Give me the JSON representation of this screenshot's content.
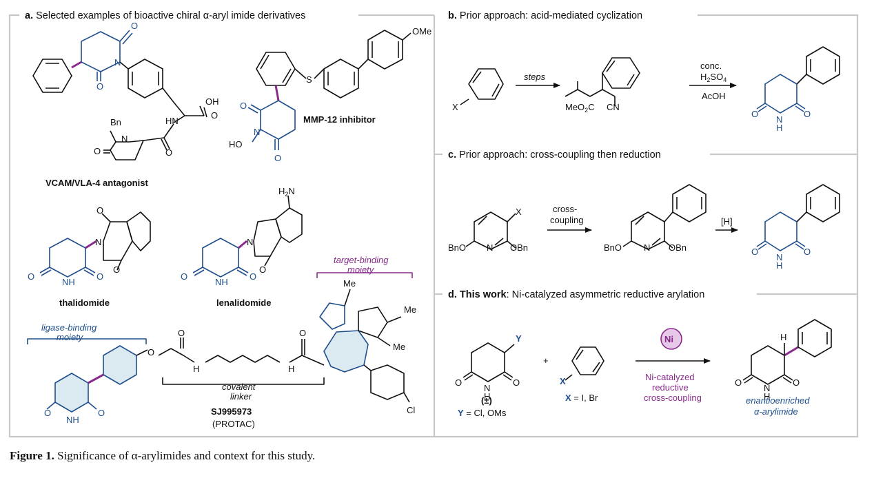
{
  "panels": {
    "a": {
      "letter": "a.",
      "title": "Selected examples of bioactive chiral α-aryl imide derivatives"
    },
    "b": {
      "letter": "b.",
      "title": "Prior approach: acid-mediated cyclization"
    },
    "c": {
      "letter": "c.",
      "title": "Prior approach: cross-coupling then reduction"
    },
    "d": {
      "letter": "d.",
      "title_bold": "This work",
      "title_rest": ": Ni-catalyzed asymmetric reductive arylation"
    }
  },
  "panel_a": {
    "vcam_label": "VCAM/VLA-4 antagonist",
    "mmp_label": "MMP-12 inhibitor",
    "thalidomide_label": "thalidomide",
    "lenalidomide_label": "lenalidomide",
    "target_binding_1": "target-binding",
    "target_binding_2": "moiety",
    "ligase_binding_1": "ligase-binding",
    "ligase_binding_2": "moiety",
    "linker_1": "covalent",
    "linker_2": "linker",
    "protac_name": "SJ995973",
    "protac_sub": "(PROTAC)",
    "atoms": {
      "O": "O",
      "N": "N",
      "NH": "NH",
      "H": "H",
      "HN": "HN",
      "OH": "OH",
      "Bn": "Bn",
      "HO": "HO",
      "S": "S",
      "OMe": "OMe",
      "H2N_main": "H",
      "H2N_sub": "2",
      "H2N_end": "N",
      "Me": "Me",
      "Cl": "Cl"
    }
  },
  "panel_b": {
    "x": "X",
    "steps": "steps",
    "meo2c_main": "MeO",
    "meo2c_sub": "2",
    "meo2c_end": "C",
    "cn": "CN",
    "cond1": "conc.",
    "cond2_main": "H",
    "cond2_sub1": "2",
    "cond2_mid": "SO",
    "cond2_sub2": "4",
    "cond3": "AcOH"
  },
  "panel_c": {
    "x": "X",
    "bno": "BnO",
    "obn": "OBn",
    "n": "N",
    "reagent1": "cross-",
    "reagent2": "coupling",
    "reduction": "[H]"
  },
  "panel_d": {
    "y": "Y",
    "plus": "+",
    "x": "X",
    "racemic": "(±)",
    "y_def_var": "Y",
    "y_def": " = Cl, OMs",
    "x_def_var": "X",
    "x_def": " = I, Br",
    "ni": "Ni",
    "cond1": "Ni-catalyzed",
    "cond2": "reductive",
    "cond3": "cross-coupling",
    "product1": "enantioenriched",
    "product2": "α-arylimide",
    "h": "H"
  },
  "caption": {
    "bold": "Figure 1.",
    "text": " Significance of α-arylimides and context for this study."
  },
  "colors": {
    "blue": "#1f4e8c",
    "purple": "#8a2a8c",
    "frame": "#c8c8c8"
  }
}
